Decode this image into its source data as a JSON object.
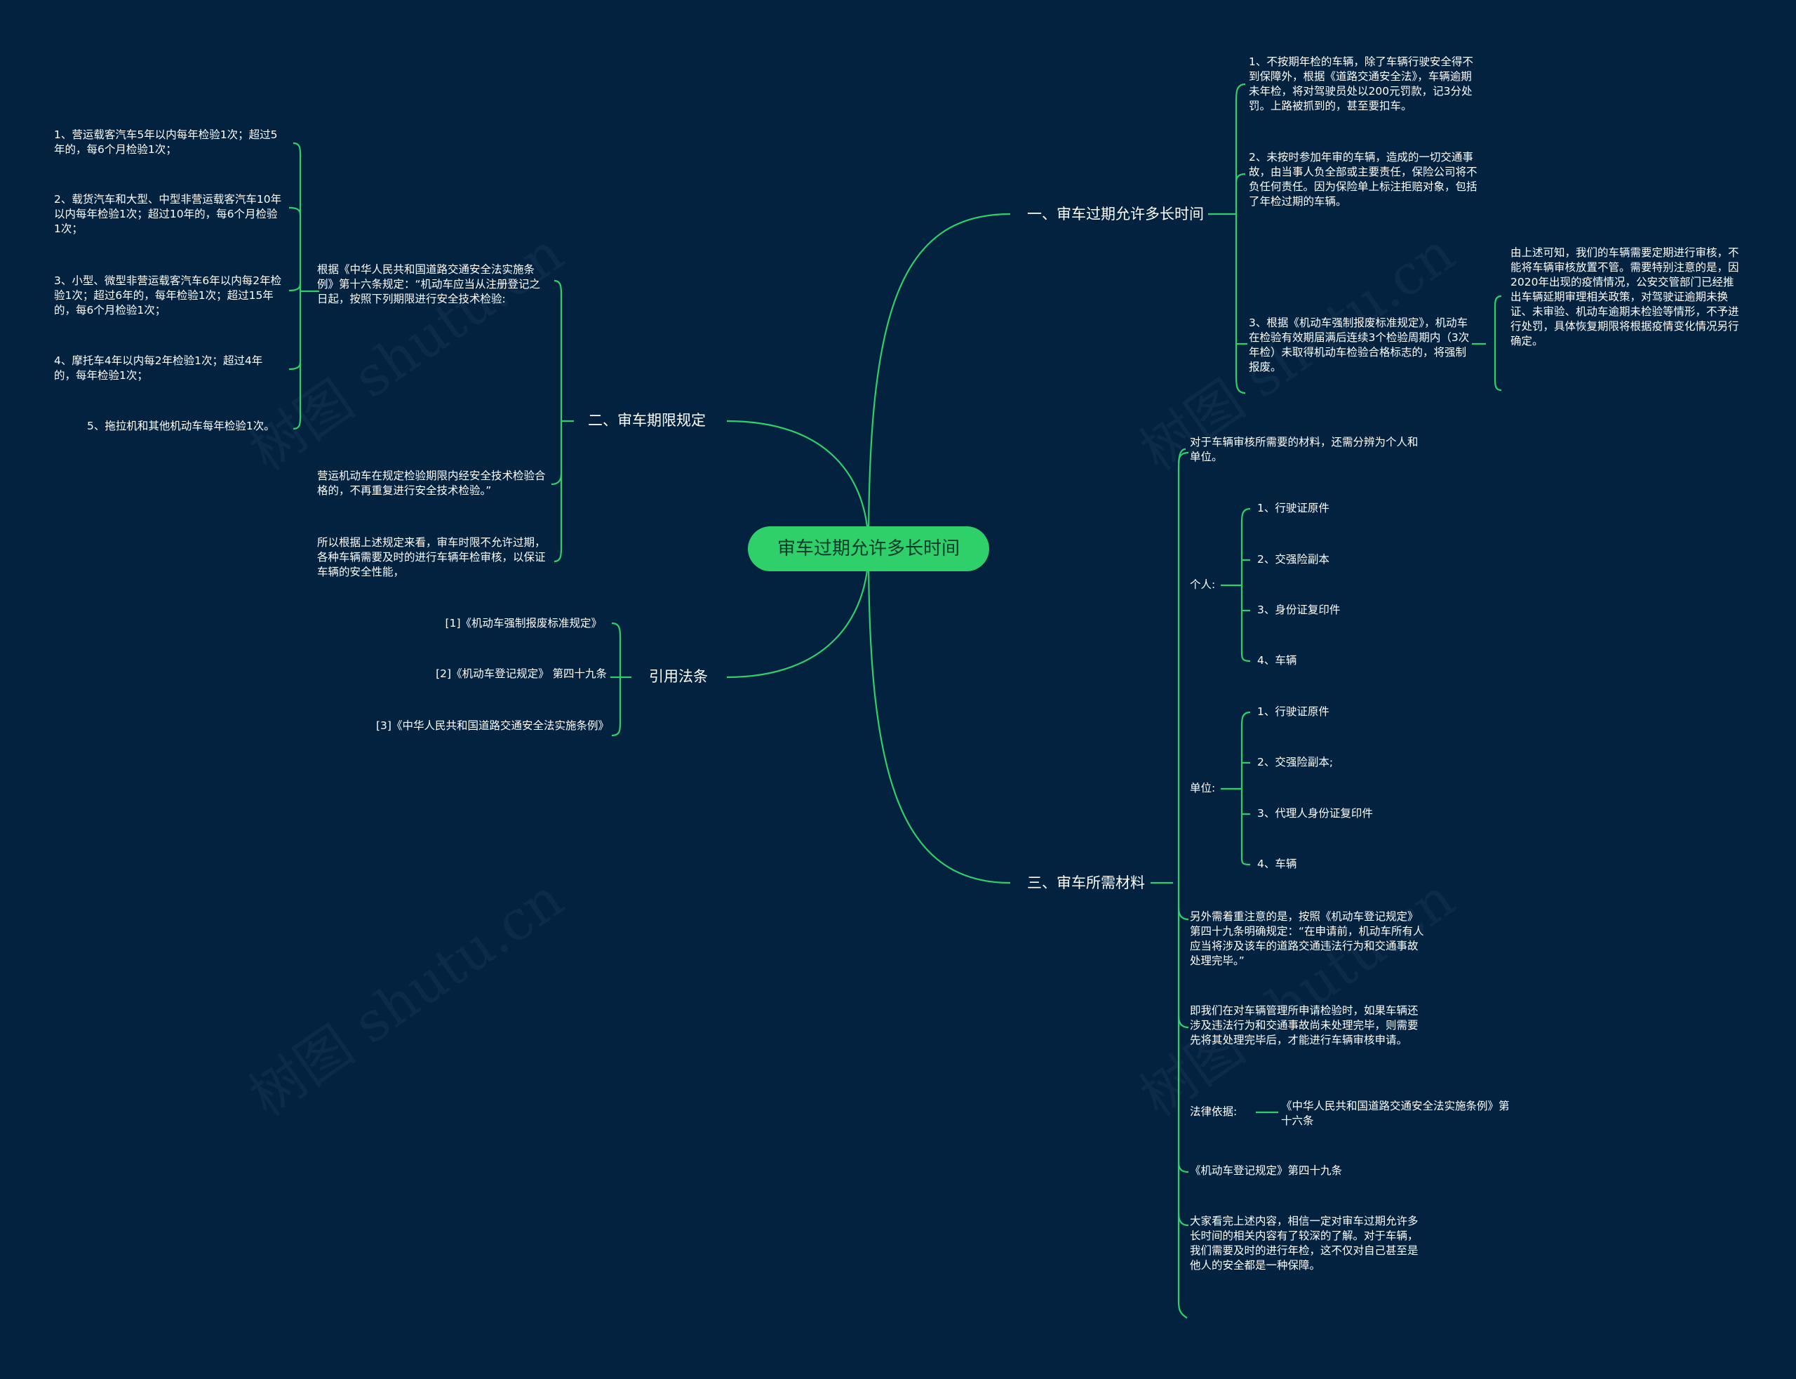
{
  "root": "审车过期允许多长时间",
  "b1": {
    "title": "一、审车过期允许多长时间",
    "items": [
      "1、不按期年检的车辆，除了车辆行驶安全得不到保障外，根据《道路交通安全法》，车辆逾期未年检，将对驾驶员处以200元罚款，记3分处罚。上路被抓到的，甚至要扣车。",
      "2、未按时参加年审的车辆，造成的一切交通事故，由当事人负全部或主要责任，保险公司将不负任何责任。因为保险单上标注拒赔对象，包括了年检过期的车辆。",
      "3、根据《机动车强制报废标准规定》，机动车在检验有效期届满后连续3个检验周期内（3次年检）未取得机动车检验合格标志的，将强制报废。"
    ],
    "note": "由上述可知，我们的车辆需要定期进行审核，不能将车辆审核放置不管。需要特别注意的是，因2020年出现的疫情情况，公安交管部门已经推出车辆延期审理相关政策，对驾驶证逾期未换证、未审验、机动车逾期未检验等情形，不予进行处罚，具体恢复期限将根据疫情变化情况另行确定。"
  },
  "b2": {
    "title": "二、审车期限规定",
    "basis": "根据《中华人民共和国道路交通安全法实施条例》第十六条规定：“机动车应当从注册登记之日起，按照下列期限进行安全技术检验:",
    "rules": [
      "1、营运载客汽车5年以内每年检验1次；超过5年的，每6个月检验1次；",
      "2、载货汽车和大型、中型非营运载客汽车10年以内每年检验1次；超过10年的，每6个月检验1次；",
      "3、小型、微型非营运载客汽车6年以内每2年检验1次；超过6年的，每年检验1次；超过15年的，每6个月检验1次；",
      "4、摩托车4年以内每2年检验1次；超过4年的，每年检验1次；",
      "5、拖拉机和其他机动车每年检验1次。"
    ],
    "exempt": "营运机动车在规定检验期限内经安全技术检验合格的，不再重复进行安全技术检验。”",
    "conclusion": "所以根据上述规定来看，审车时限不允许过期，各种车辆需要及时的进行车辆年检审核，以保证车辆的安全性能，"
  },
  "b3": {
    "title": "引用法条",
    "refs": [
      "[1]《机动车强制报废标准规定》",
      "[2]《机动车登记规定》 第四十九条",
      "[3]《中华人民共和国道路交通安全法实施条例》"
    ]
  },
  "b4": {
    "title": "三、审车所需材料",
    "intro": "对于车辆审核所需要的材料，还需分辨为个人和单位。",
    "personal_label": "个人:",
    "personal": [
      "1、行驶证原件",
      "2、交强险副本",
      "3、身份证复印件",
      "4、车辆"
    ],
    "unit_label": "单位:",
    "unit": [
      "1、行驶证原件",
      "2、交强险副本;",
      "3、代理人身份证复印件",
      "4、车辆"
    ],
    "notice": "另外需着重注意的是，按照《机动车登记规定》第四十九条明确规定：“在申请前，机动车所有人应当将涉及该车的道路交通违法行为和交通事故处理完毕。”",
    "explain": "即我们在对车辆管理所申请检验时，如果车辆还涉及违法行为和交通事故尚未处理完毕，则需要先将其处理完毕后，才能进行车辆审核申请。",
    "law_label": "法律依据:",
    "law_ref": "《中华人民共和国道路交通安全法实施条例》第十六条",
    "law_ref2": "《机动车登记规定》第四十九条",
    "summary": "大家看完上述内容，相信一定对审车过期允许多长时间的相关内容有了较深的了解。对于车辆，我们需要及时的进行年检，这不仅对自己甚至是他人的安全都是一种保障。"
  },
  "watermark": "树图 shutu.cn",
  "colors": {
    "background": "#022240",
    "line": "#2fd06a",
    "root": "#2fd06a"
  }
}
